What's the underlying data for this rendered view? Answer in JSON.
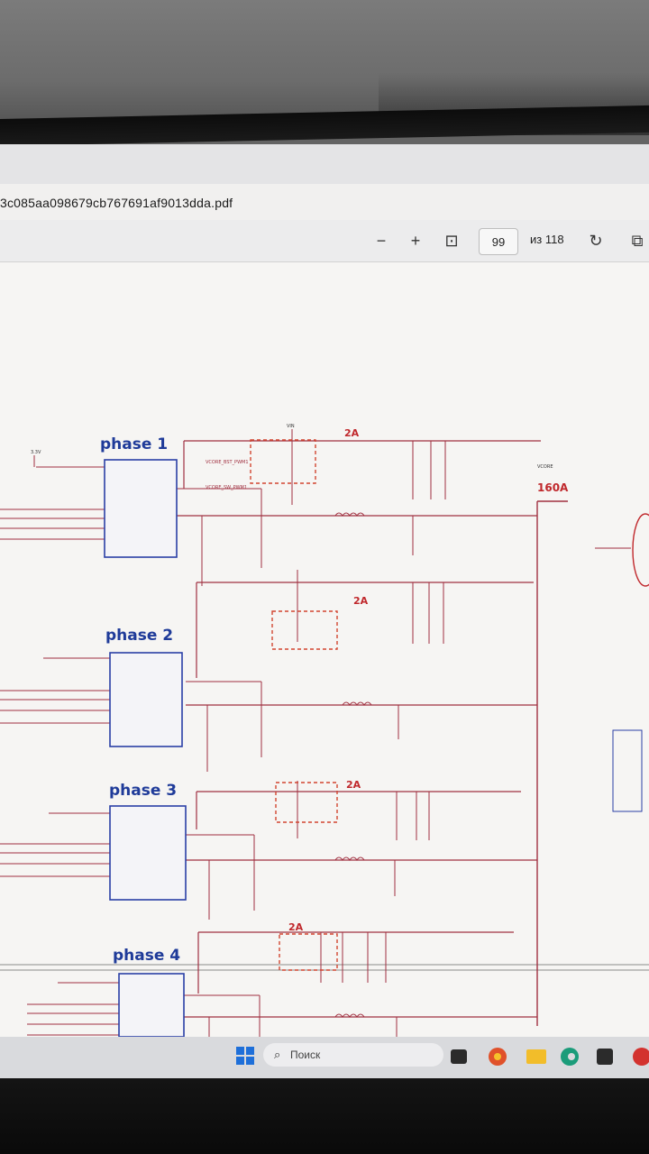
{
  "document": {
    "filename": "3c085aa098679cb767691af9013dda.pdf",
    "page_current": "99",
    "page_total": "из 118"
  },
  "toolbar": {
    "zoom_out": "−",
    "zoom_in": "+",
    "fit_page": "⊡",
    "rotate": "↻",
    "view": "⧉"
  },
  "schematic": {
    "phases": [
      {
        "title": "phase 1",
        "current": "2A"
      },
      {
        "title": "phase 2",
        "current": "2A"
      },
      {
        "title": "phase 3",
        "current": "2A"
      },
      {
        "title": "phase 4",
        "current": "2A"
      }
    ],
    "total_current": "160A",
    "net_labels": {
      "vin": "VIN",
      "vcore": "VCORE",
      "v33": "3.3V",
      "boot": "VCORE_BST_PWM1",
      "sw": "VCORE_SW_PWM1"
    }
  },
  "taskbar": {
    "search_label": "Поиск",
    "icons": [
      "windows-icon",
      "search-icon",
      "task-view-icon",
      "browser-icon",
      "file-explorer-icon",
      "edge-icon",
      "store-icon",
      "app-icon"
    ]
  },
  "colors": {
    "wire": "#a03040",
    "chip_border": "#2a3fa6",
    "title_blue": "#1f3b99",
    "current_red": "#c0282c",
    "dashed_box": "#d24530"
  }
}
